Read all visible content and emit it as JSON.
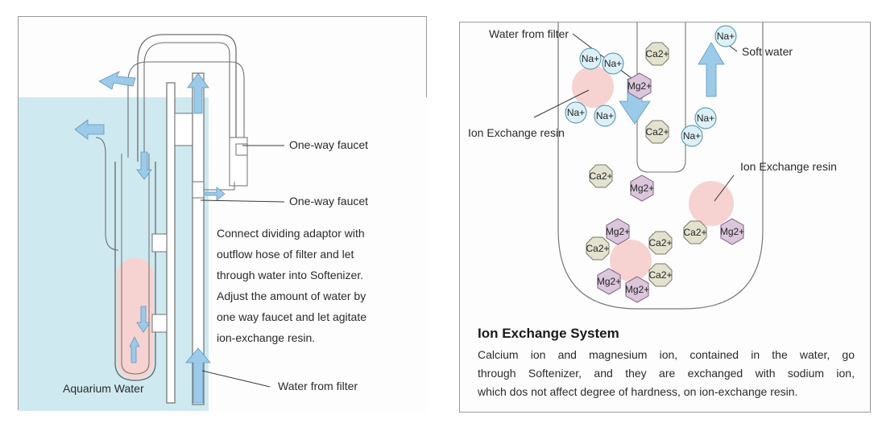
{
  "left": {
    "labels": {
      "faucet_top": "One-way faucet",
      "faucet_bottom": "One-way faucet",
      "water_from_filter": "Water from filter",
      "aquarium_water": "Aquarium Water"
    },
    "instructions": [
      "Connect dividing adaptor with",
      "outflow hose of filter and let",
      "through water into Softenizer.",
      "Adjust the amount of water by",
      "one way faucet and let agitate",
      "ion-exchange resin."
    ]
  },
  "right": {
    "labels": {
      "water_from_filter": "Water from filter",
      "soft_water": "Soft water",
      "resin_left": "Ion Exchange resin",
      "resin_right": "Ion Exchange resin"
    },
    "ions": {
      "na": "Na+",
      "ca": "Ca2+",
      "mg": "Mg2+"
    },
    "heading": "Ion Exchange System",
    "description": [
      "Calcium ion and magnesium ion, contained in the water, go",
      "through Softenizer, and they are exchanged with sodium ion,",
      "which dos not affect degree of hardness, on ion-exchange resin."
    ]
  },
  "colors": {
    "water": "#cfe9f0",
    "arrow": "#9ccbe9",
    "resin": "#f6d3d0",
    "na_fill": "#dcf0f7",
    "ca_fill": "#e3e2cf",
    "mg_fill": "#dcc6dc"
  }
}
